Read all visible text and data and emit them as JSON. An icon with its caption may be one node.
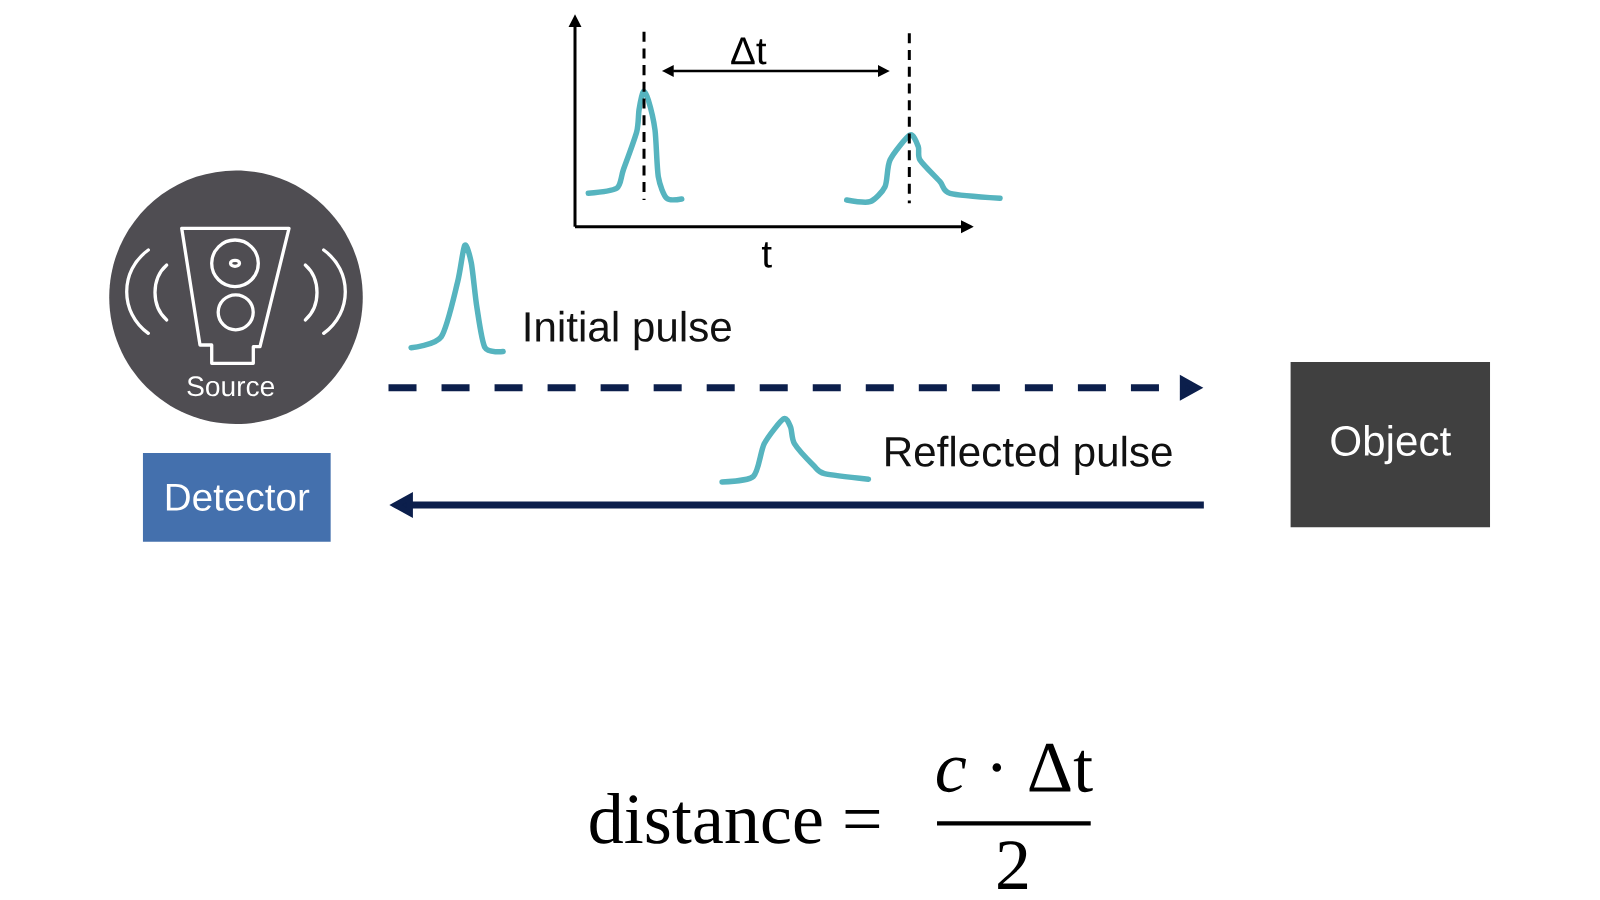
{
  "diagram": {
    "nodes": [
      {
        "text": [
          "Source"
        ]
      },
      {
        "text": [
          "Detector"
        ]
      },
      {
        "text": [
          "Object"
        ]
      }
    ],
    "edges": [
      {
        "from": 0,
        "to": 2,
        "arrow": "to",
        "style": "dashed",
        "label": "Initial pulse"
      },
      {
        "from": 2,
        "to": 1,
        "arrow": "to",
        "label": "Reflected pulse"
      }
    ],
    "labels": [
      "Δt",
      "t",
      "distance =",
      "*c* · Δt",
      "2"
    ]
  }
}
